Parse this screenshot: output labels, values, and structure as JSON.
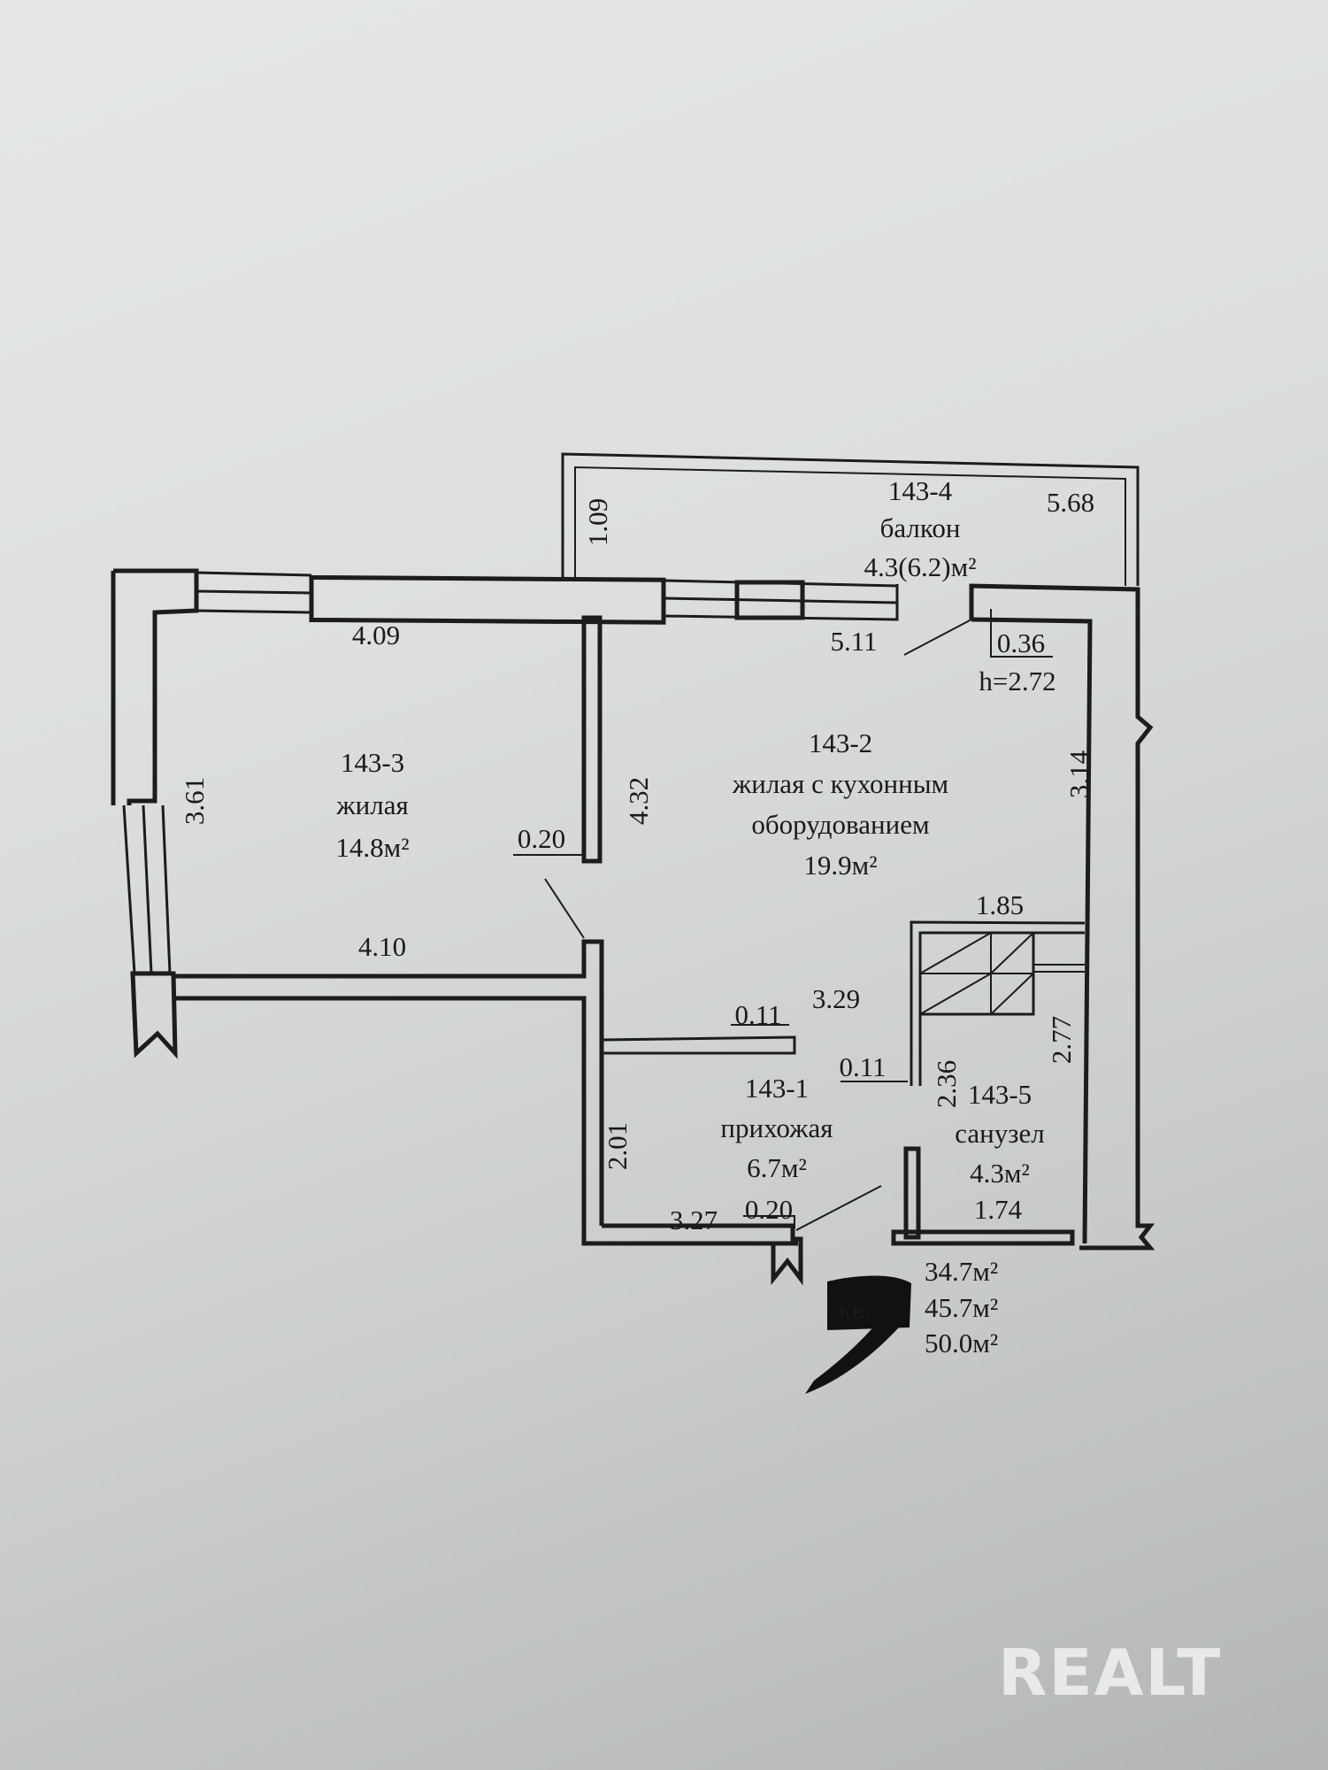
{
  "plan": {
    "ceiling_height": "h=2.72",
    "rooms": [
      {
        "id": "143-1",
        "name": "прихожая",
        "area": "6.7м²"
      },
      {
        "id": "143-2",
        "name_line1": "жилая с кухонным",
        "name_line2": "оборудованием",
        "area": "19.9м²"
      },
      {
        "id": "143-3",
        "name": "жилая",
        "area": "14.8м²"
      },
      {
        "id": "143-4",
        "name": "балкон",
        "area": "4.3(6.2)м²"
      },
      {
        "id": "143-5",
        "name": "санузел",
        "area": "4.3м²"
      }
    ],
    "dimensions": {
      "balcony_length": "5.68",
      "balcony_depth": "1.09",
      "room3_top": "4.09",
      "room3_bottom": "4.10",
      "room3_side": "3.61",
      "partition_length": "4.32",
      "partition_thickness_a": "0.20",
      "room2_top": "5.11",
      "room2_side": "3.14",
      "niche_depth": "0.36",
      "bath_top": "1.85",
      "bath_side": "2.77",
      "bath_inner_side": "2.36",
      "bath_bottom": "1.74",
      "hall_length": "3.29",
      "hall_wall_a": "0.11",
      "hall_wall_b": "0.11",
      "hall_side": "2.01",
      "hall_bottom": "3.27",
      "entry_wall": "0.20"
    },
    "totals": {
      "apartment_label": "кв.",
      "living_area": "34.7м²",
      "total_area": "45.7м²",
      "total_with_balcony": "50.0м²"
    }
  },
  "watermark": {
    "text": "REALT"
  }
}
